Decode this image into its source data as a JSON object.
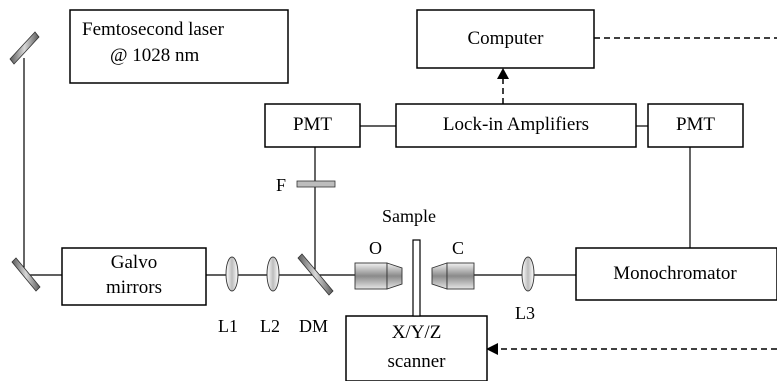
{
  "diagram": {
    "boxes": {
      "laser": {
        "line1": "Femtosecond laser",
        "line2": "@ 1028 nm"
      },
      "computer": "Computer",
      "pmt_left": "PMT",
      "lockin": "Lock-in Amplifiers",
      "pmt_right": "PMT",
      "galvo": {
        "line1": "Galvo",
        "line2": "mirrors"
      },
      "monochromator": "Monochromator",
      "scanner": {
        "line1": "X/Y/Z",
        "line2": "scanner"
      }
    },
    "labels": {
      "filter": "F",
      "sample": "Sample",
      "objective": "O",
      "collector": "C",
      "lens1": "L1",
      "lens2": "L2",
      "dichroic": "DM",
      "lens3": "L3"
    }
  }
}
